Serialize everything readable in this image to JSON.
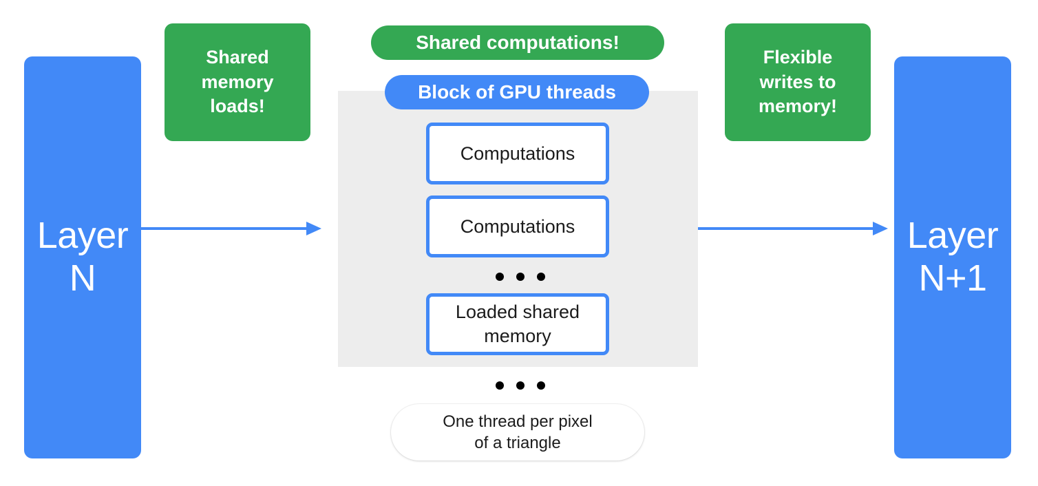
{
  "diagram": {
    "title": "GPU block shared-memory dataflow between layers",
    "colors": {
      "blue": "#4289F7",
      "green": "#34A853",
      "panel_grey": "#EDEDED",
      "box_text": "#1b1b1b",
      "white": "#ffffff"
    },
    "layers": [
      {
        "id": "layer-n",
        "label": "Layer\nN"
      },
      {
        "id": "layer-n1",
        "label": "Layer\nN+1"
      }
    ],
    "callouts": [
      {
        "id": "callout-left",
        "label": "Shared\nmemory\nloads!"
      },
      {
        "id": "callout-right",
        "label": "Flexible\nwrites to\nmemory!"
      }
    ],
    "pills": {
      "shared_computations": "Shared computations!",
      "block_of_gpu_threads": "Block of GPU threads",
      "one_thread_per_pixel": "One thread per pixel\nof a triangle"
    },
    "thread_boxes": [
      {
        "label": "Computations"
      },
      {
        "label": "Computations"
      },
      {
        "label": "Loaded shared\nmemory"
      }
    ],
    "ellipsis": {
      "inner": "•••",
      "outer": "•••"
    },
    "arrows": [
      {
        "id": "arrow-in",
        "from": "Layer N",
        "to": "Block of GPU threads",
        "direction": "right"
      },
      {
        "id": "arrow-out",
        "from": "Block of GPU threads",
        "to": "Layer N+1",
        "direction": "right"
      }
    ]
  }
}
